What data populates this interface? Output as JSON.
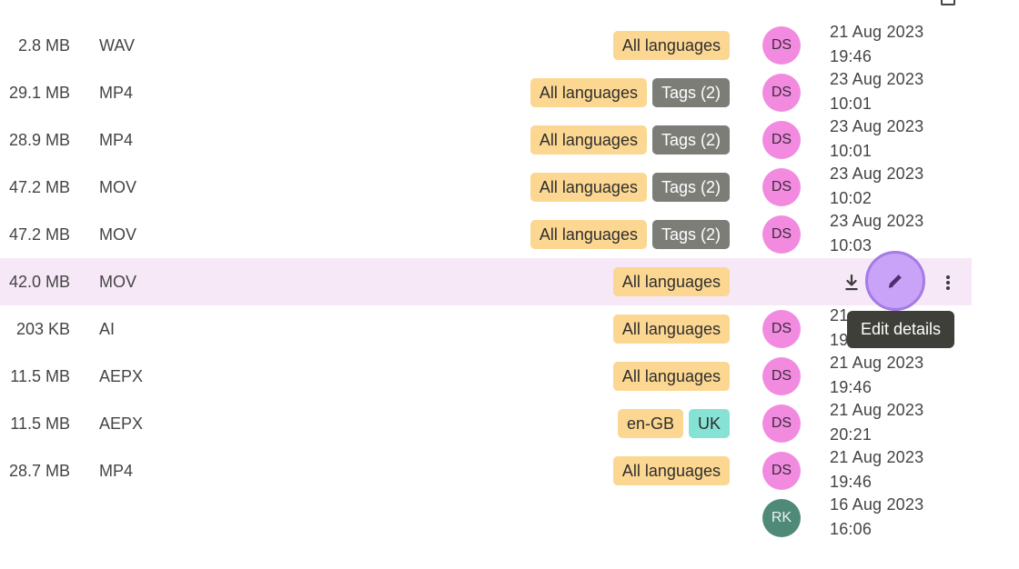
{
  "colors": {
    "highlight_row": "#f7e8f7",
    "language_chip": "#fcd791",
    "tags_chip": "#7d7d78",
    "country_chip": "#86e2d4",
    "edit_focus_ring": "#a47be7",
    "tooltip_bg": "#3f3f3a"
  },
  "rows": [
    {
      "size": "2.8 MB",
      "type": "WAV",
      "chips": [
        {
          "label": "All languages",
          "kind": "lang"
        }
      ],
      "avatar": {
        "initials": "DS",
        "bg": "#f28be0",
        "fg": "#3a2a3a"
      },
      "date": "21 Aug 2023",
      "time": "19:46"
    },
    {
      "size": "29.1 MB",
      "type": "MP4",
      "chips": [
        {
          "label": "All languages",
          "kind": "lang"
        },
        {
          "label": "Tags (2)",
          "kind": "tags"
        }
      ],
      "avatar": {
        "initials": "DS",
        "bg": "#f28be0",
        "fg": "#3a2a3a"
      },
      "date": "23 Aug 2023",
      "time": "10:01"
    },
    {
      "size": "28.9 MB",
      "type": "MP4",
      "chips": [
        {
          "label": "All languages",
          "kind": "lang"
        },
        {
          "label": "Tags (2)",
          "kind": "tags"
        }
      ],
      "avatar": {
        "initials": "DS",
        "bg": "#f28be0",
        "fg": "#3a2a3a"
      },
      "date": "23 Aug 2023",
      "time": "10:01"
    },
    {
      "size": "47.2 MB",
      "type": "MOV",
      "chips": [
        {
          "label": "All languages",
          "kind": "lang"
        },
        {
          "label": "Tags (2)",
          "kind": "tags"
        }
      ],
      "avatar": {
        "initials": "DS",
        "bg": "#f28be0",
        "fg": "#3a2a3a"
      },
      "date": "23 Aug 2023",
      "time": "10:02"
    },
    {
      "size": "47.2 MB",
      "type": "MOV",
      "chips": [
        {
          "label": "All languages",
          "kind": "lang"
        },
        {
          "label": "Tags (2)",
          "kind": "tags"
        }
      ],
      "avatar": {
        "initials": "DS",
        "bg": "#f28be0",
        "fg": "#3a2a3a"
      },
      "date": "23 Aug 2023",
      "time": "10:03"
    },
    {
      "size": "42.0 MB",
      "type": "MOV",
      "chips": [
        {
          "label": "All languages",
          "kind": "lang"
        }
      ],
      "hovered": true,
      "actions": {
        "download_icon": "download-icon",
        "edit_icon": "pencil-icon",
        "more_icon": "more-vertical-icon"
      }
    },
    {
      "size": "203 KB",
      "type": "AI",
      "chips": [
        {
          "label": "All languages",
          "kind": "lang"
        }
      ],
      "avatar": {
        "initials": "DS",
        "bg": "#f28be0",
        "fg": "#3a2a3a"
      },
      "date": "21",
      "time": "19"
    },
    {
      "size": "11.5 MB",
      "type": "AEPX",
      "chips": [
        {
          "label": "All languages",
          "kind": "lang"
        }
      ],
      "avatar": {
        "initials": "DS",
        "bg": "#f28be0",
        "fg": "#3a2a3a"
      },
      "date": "21 Aug 2023",
      "time": "19:46"
    },
    {
      "size": "11.5 MB",
      "type": "AEPX",
      "chips": [
        {
          "label": "en-GB",
          "kind": "lang"
        },
        {
          "label": "UK",
          "kind": "country"
        }
      ],
      "avatar": {
        "initials": "DS",
        "bg": "#f28be0",
        "fg": "#3a2a3a"
      },
      "date": "21 Aug 2023",
      "time": "20:21"
    },
    {
      "size": "28.7 MB",
      "type": "MP4",
      "chips": [
        {
          "label": "All languages",
          "kind": "lang"
        }
      ],
      "avatar": {
        "initials": "DS",
        "bg": "#f28be0",
        "fg": "#3a2a3a"
      },
      "date": "21 Aug 2023",
      "time": "19:46"
    },
    {
      "size": "",
      "type": "",
      "chips": [],
      "avatar": {
        "initials": "RK",
        "bg": "#4f8a78",
        "fg": "#e8f4ef"
      },
      "date": "16 Aug 2023",
      "time": "16:06"
    }
  ],
  "tooltip": {
    "text": "Edit details"
  }
}
